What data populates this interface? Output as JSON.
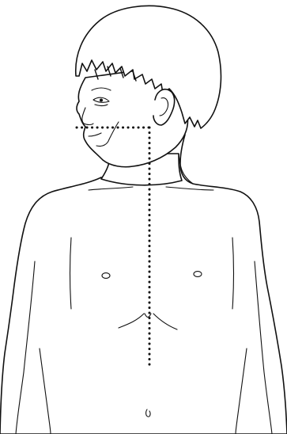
{
  "figure": {
    "subject": "child-torso-and-head-profile",
    "colors": {
      "line": "#111111",
      "background": "#ffffff",
      "skin": "#ffffff"
    },
    "guides": {
      "style": "dotted",
      "horizontal": "chin-level-to-ear",
      "vertical": "ear-to-navel"
    }
  }
}
